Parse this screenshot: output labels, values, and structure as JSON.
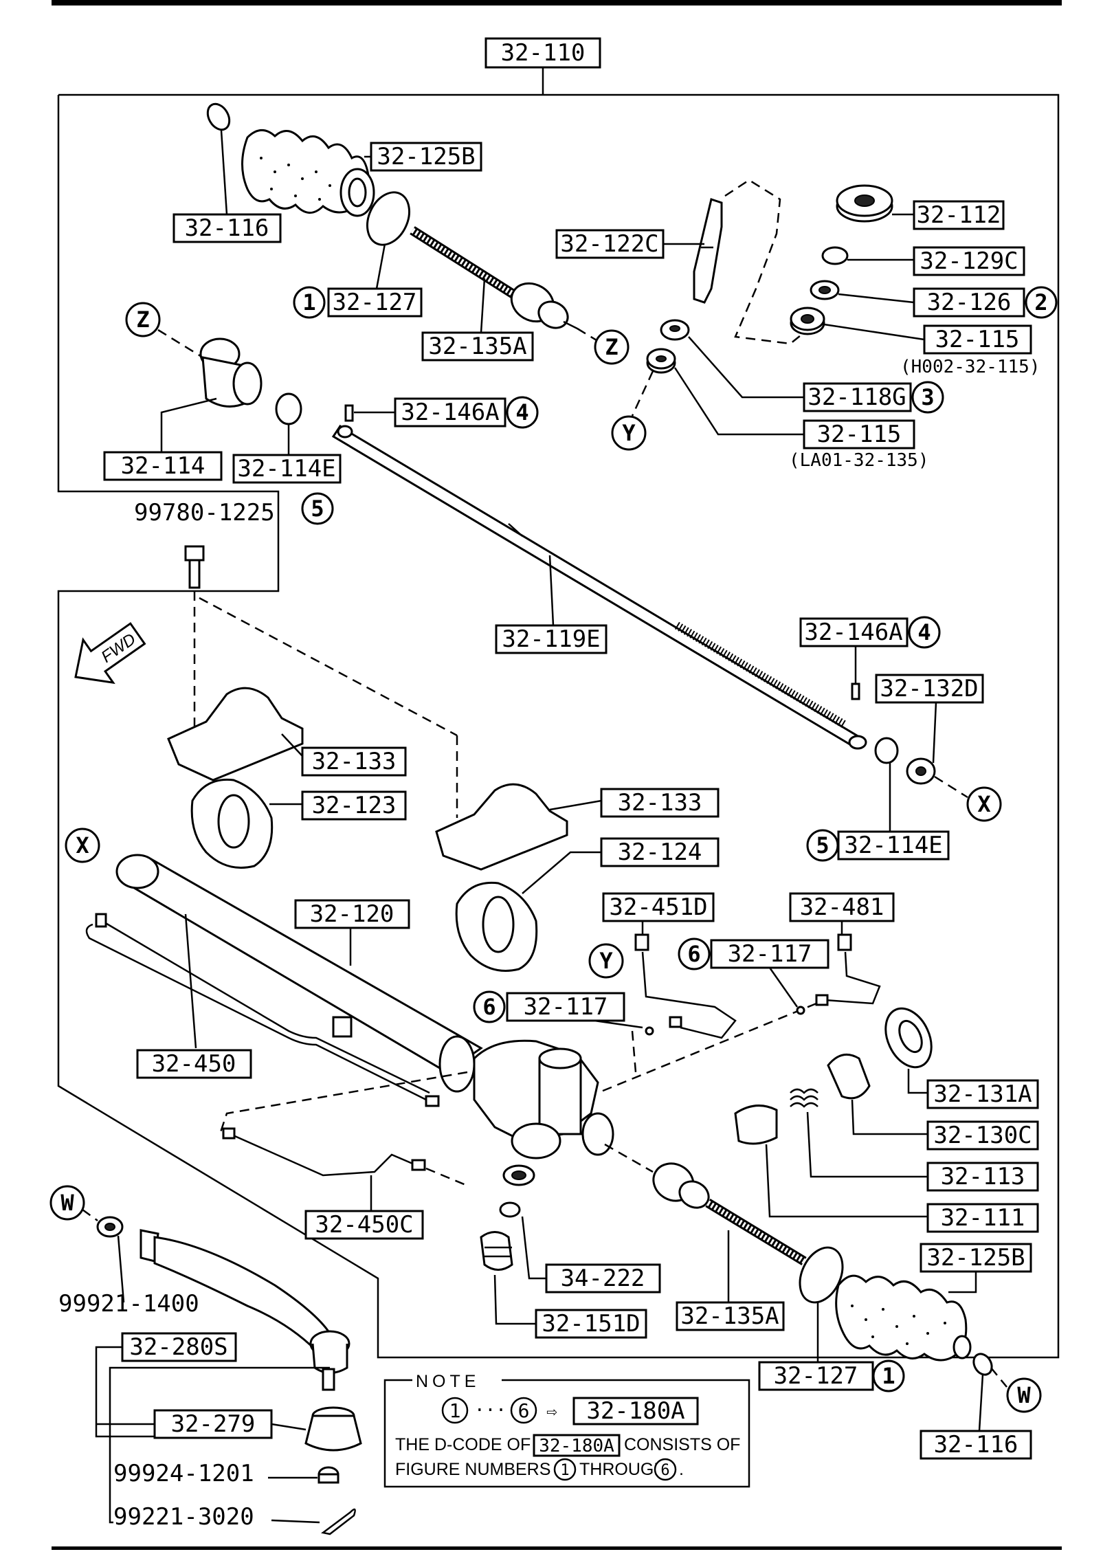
{
  "assembly_label": "32-110",
  "labels": {
    "l125b_top": "32-125B",
    "l116_top": "32-116",
    "l127_top": "32-127",
    "l135a_top": "32-135A",
    "l114": "32-114",
    "l114e_top": "32-114E",
    "l146a_top": "32-146A",
    "l122c": "32-122C",
    "l112": "32-112",
    "l129c": "32-129C",
    "l126": "32-126",
    "l115_top": "32-115",
    "l118g": "32-118G",
    "l115_mid": "32-115",
    "l119e": "32-119E",
    "l146a_right": "32-146A",
    "l132d": "32-132D",
    "l114e_right": "32-114E",
    "l133_left": "32-133",
    "l123": "32-123",
    "l133_right": "32-133",
    "l124": "32-124",
    "l120": "32-120",
    "l451d": "32-451D",
    "l481": "32-481",
    "l117_right": "32-117",
    "l117_left": "32-117",
    "l450": "32-450",
    "l131a": "32-131A",
    "l130c": "32-130C",
    "l113": "32-113",
    "l111": "32-111",
    "l450c": "32-450C",
    "l222": "34-222",
    "l151d": "32-151D",
    "l135a_bottom": "32-135A",
    "l125b_bottom": "32-125B",
    "l127_bottom": "32-127",
    "l116_bottom": "32-116",
    "l280s": "32-280S",
    "l279": "32-279"
  },
  "notes": {
    "h002": "(H002-32-115)",
    "la01": "(LA01-32-135)"
  },
  "plain_parts": {
    "p99780": "99780-1225",
    "p99921": "99921-1400",
    "p99924": "99924-1201",
    "p99221": "99221-3020"
  },
  "circled": {
    "one": "1",
    "two": "2",
    "three": "3",
    "four": "4",
    "five": "5",
    "six": "6",
    "z": "Z",
    "y": "Y",
    "x": "X",
    "w": "W"
  },
  "fwd_label": "FWD",
  "note_box": {
    "title": "NOTE",
    "ref_box": "32-180A",
    "line1_prefix": "THE D-CODE OF",
    "line1_suffix": "CONSISTS OF",
    "line2_prefix": "FIGURE NUMBERS",
    "line2_mid": "THROUGH"
  }
}
